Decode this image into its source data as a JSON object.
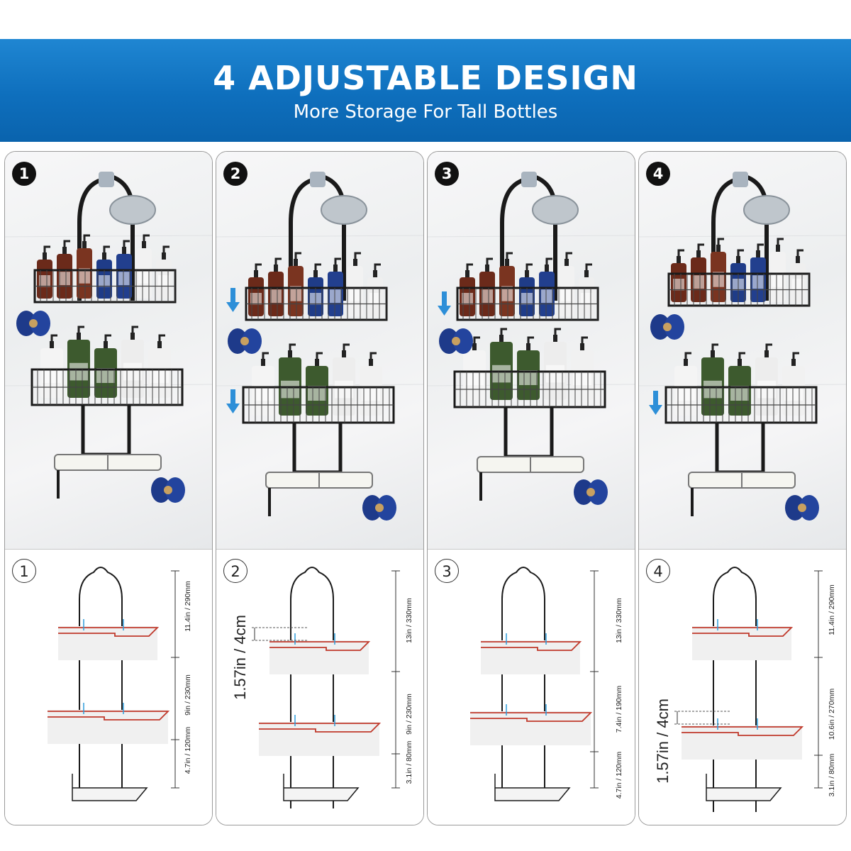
{
  "header": {
    "title": "4 ADJUSTABLE DESIGN",
    "subtitle": "More Storage For Tall Bottles"
  },
  "colors": {
    "banner": "#1178c6",
    "arrow": "#2d8fd8",
    "shelf_outline": "#c0392b",
    "clip": "#2d9cdb",
    "frame": "#1a1a1a"
  },
  "panels": [
    {
      "number": "1",
      "diagram_number": "1",
      "photo_arrows": 0,
      "dimensions": [
        "11.4in / 290mm",
        "9in / 230mm",
        "4.7in / 120mm"
      ],
      "shift_label": ""
    },
    {
      "number": "2",
      "diagram_number": "2",
      "photo_arrows": 2,
      "dimensions": [
        "13in / 330mm",
        "9in / 230mm",
        "3.1in / 80mm"
      ],
      "shift_label": "1.57in / 4cm"
    },
    {
      "number": "3",
      "diagram_number": "3",
      "photo_arrows": 1,
      "dimensions": [
        "13in / 330mm",
        "7.4in / 190mm",
        "4.7in / 120mm"
      ],
      "shift_label": ""
    },
    {
      "number": "4",
      "diagram_number": "4",
      "photo_arrows": 1,
      "dimensions": [
        "11.4in / 290mm",
        "10.6in / 270mm",
        "3.1in / 80mm"
      ],
      "shift_label": "1.57in / 4cm"
    }
  ]
}
